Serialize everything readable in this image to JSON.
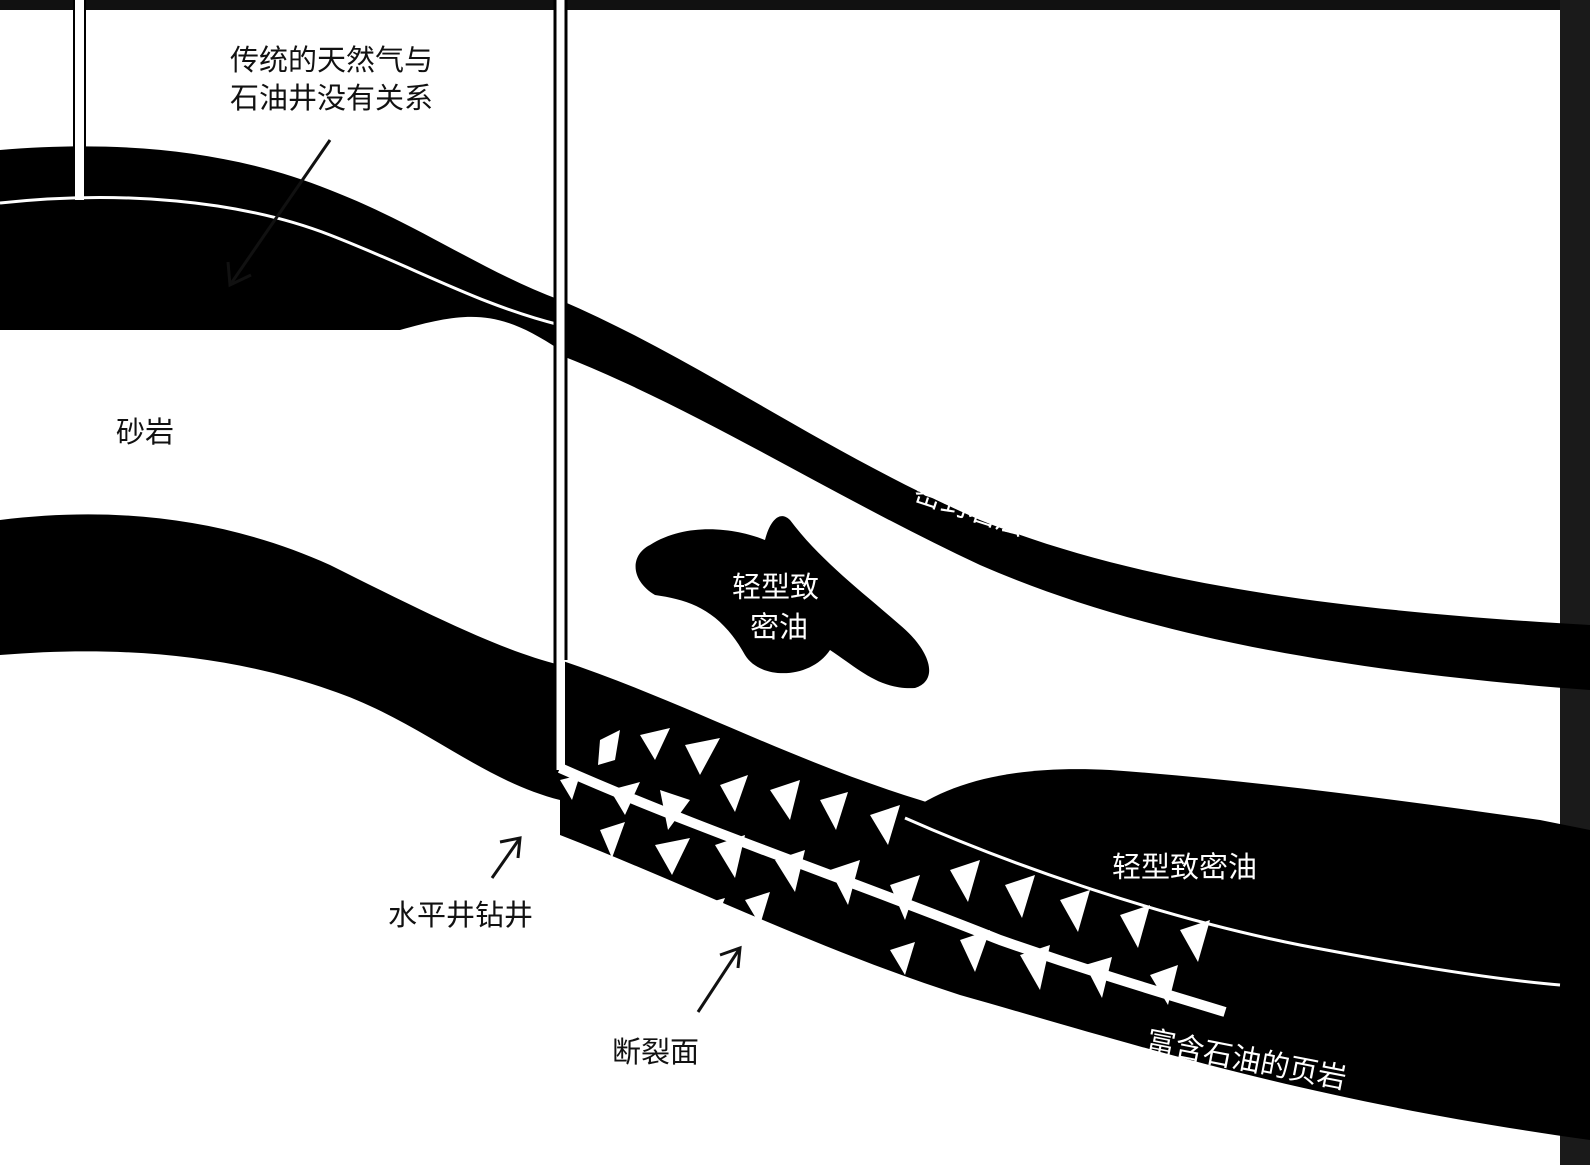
{
  "labels": {
    "traditional_line1": "传统的天然气与",
    "traditional_line2": "石油井没有关系",
    "sandstone": "砂岩",
    "seal_layer": "密封岩层",
    "light_tight_oil_pocket_line1": "轻型致",
    "light_tight_oil_pocket_line2": "密油",
    "horizontal_drilling": "水平井钻井",
    "light_tight_oil_reservoir": "轻型致密油",
    "fracture_surface": "断裂面",
    "oil_rich_shale": "富含石油的页岩"
  },
  "colors": {
    "background": "#ffffff",
    "rock": "#000000",
    "well": "#ffffff",
    "text_dark": "#111111",
    "text_light": "#ffffff"
  }
}
